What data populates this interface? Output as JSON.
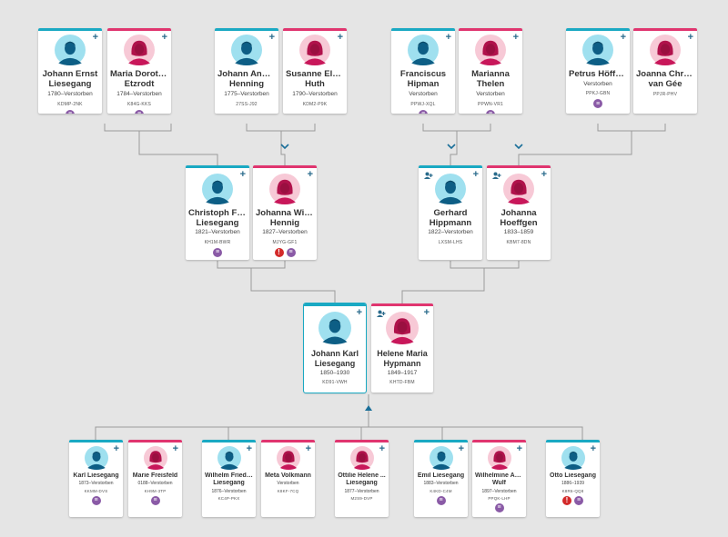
{
  "colors": {
    "male_accent": "#1aa9c3",
    "female_accent": "#e0356f",
    "background": "#e5e5e5",
    "line": "#9a9a9a",
    "record_badge": "#8a5aa6",
    "warning_badge": "#d32a2a"
  },
  "icons": {
    "add": "plus-icon",
    "expand": "chevron-down-icon",
    "record": "record-icon",
    "warning": "alert-icon",
    "add_parents": "add-parents-icon"
  },
  "generation1": [
    {
      "name1": "Johann Ernst",
      "name2": "Liesegang",
      "life": "1780–Verstorben",
      "pid": "KDMP-2NK",
      "sex": "m"
    },
    {
      "name1": "Maria Doroth...",
      "name2": "Etzrodt",
      "life": "1784–Verstorben",
      "pid": "K84G-KKS",
      "sex": "f"
    },
    {
      "name1": "Johann Andre...",
      "name2": "Henning",
      "life": "1775–Verstorben",
      "pid": "27SS-J92",
      "sex": "m"
    },
    {
      "name1": "Susanne Eleo...",
      "name2": "Huth",
      "life": "1790–Verstorben",
      "pid": "KDM2-P9K",
      "sex": "f"
    },
    {
      "name1": "Franciscus",
      "name2": "Hipman",
      "life": "Verstorben",
      "pid": "PPWJ-XQL",
      "sex": "m"
    },
    {
      "name1": "Marianna",
      "name2": "Thelen",
      "life": "Verstorben",
      "pid": "PPWN-VR1",
      "sex": "f"
    },
    {
      "name1": "Petrus Höffken",
      "name2": "",
      "life": "Verstorben",
      "pid": "PPKJ-GBN",
      "sex": "m"
    },
    {
      "name1": "Joanna Christ...",
      "name2": "van Gée",
      "life": "",
      "pid": "PPJR-PHV",
      "sex": "f"
    }
  ],
  "generation2": [
    {
      "name1": "Christoph Fri...",
      "name2": "Liesegang",
      "life": "1821–Verstorben",
      "pid": "KH1M-BWR",
      "sex": "m"
    },
    {
      "name1": "Johanna Wilh...",
      "name2": "Hennig",
      "life": "1827–Verstorben",
      "pid": "MJYG-GF1",
      "sex": "f"
    },
    {
      "name1": "Gerhard",
      "name2": "Hippmann",
      "life": "1822–Verstorben",
      "pid": "LXSM-LHS",
      "sex": "m"
    },
    {
      "name1": "Johanna",
      "name2": "Hoeffgen",
      "life": "1833–1859",
      "pid": "KBM7-8DN",
      "sex": "f"
    }
  ],
  "generation3": [
    {
      "name1": "Johann Karl",
      "name2": "Liesegang",
      "life": "1850–1930",
      "pid": "KD91-VWH",
      "sex": "m"
    },
    {
      "name1": "Helene Maria",
      "name2": "Hypmann",
      "life": "1849–1917",
      "pid": "KHTD-FBM",
      "sex": "f"
    }
  ],
  "children": [
    {
      "name1": "Karl Liesegang",
      "name2": "",
      "life": "1873–Verstorben",
      "pid": "KKMM-DVS",
      "sex": "m"
    },
    {
      "name1": "Marie Freisfeld",
      "name2": "",
      "life": "0188–Verstorben",
      "pid": "KH9M-3TP",
      "sex": "f"
    },
    {
      "name1": "Wilhelm Friedr...",
      "name2": "Liesegang",
      "life": "1876–Verstorben",
      "pid": "KC4P-PKX",
      "sex": "m"
    },
    {
      "name1": "Meta Volkmann",
      "name2": "",
      "life": "Verstorben",
      "pid": "K8KF-7CQ",
      "sex": "f"
    },
    {
      "name1": "Ottilie Helene ...",
      "name2": "Liesegang",
      "life": "1877–Verstorben",
      "pid": "M2S9-DVP",
      "sex": "f"
    },
    {
      "name1": "Emil Liesegang",
      "name2": "",
      "life": "1883–Verstorben",
      "pid": "K4KD-C4M",
      "sex": "m"
    },
    {
      "name1": "Wilhelmine Ad...",
      "name2": "Wulf",
      "life": "1897–Verstorben",
      "pid": "PPQK-LHP",
      "sex": "f"
    },
    {
      "name1": "Otto Liesegang",
      "name2": "",
      "life": "1886–1939",
      "pid": "K8R6-QQ8",
      "sex": "m"
    }
  ]
}
